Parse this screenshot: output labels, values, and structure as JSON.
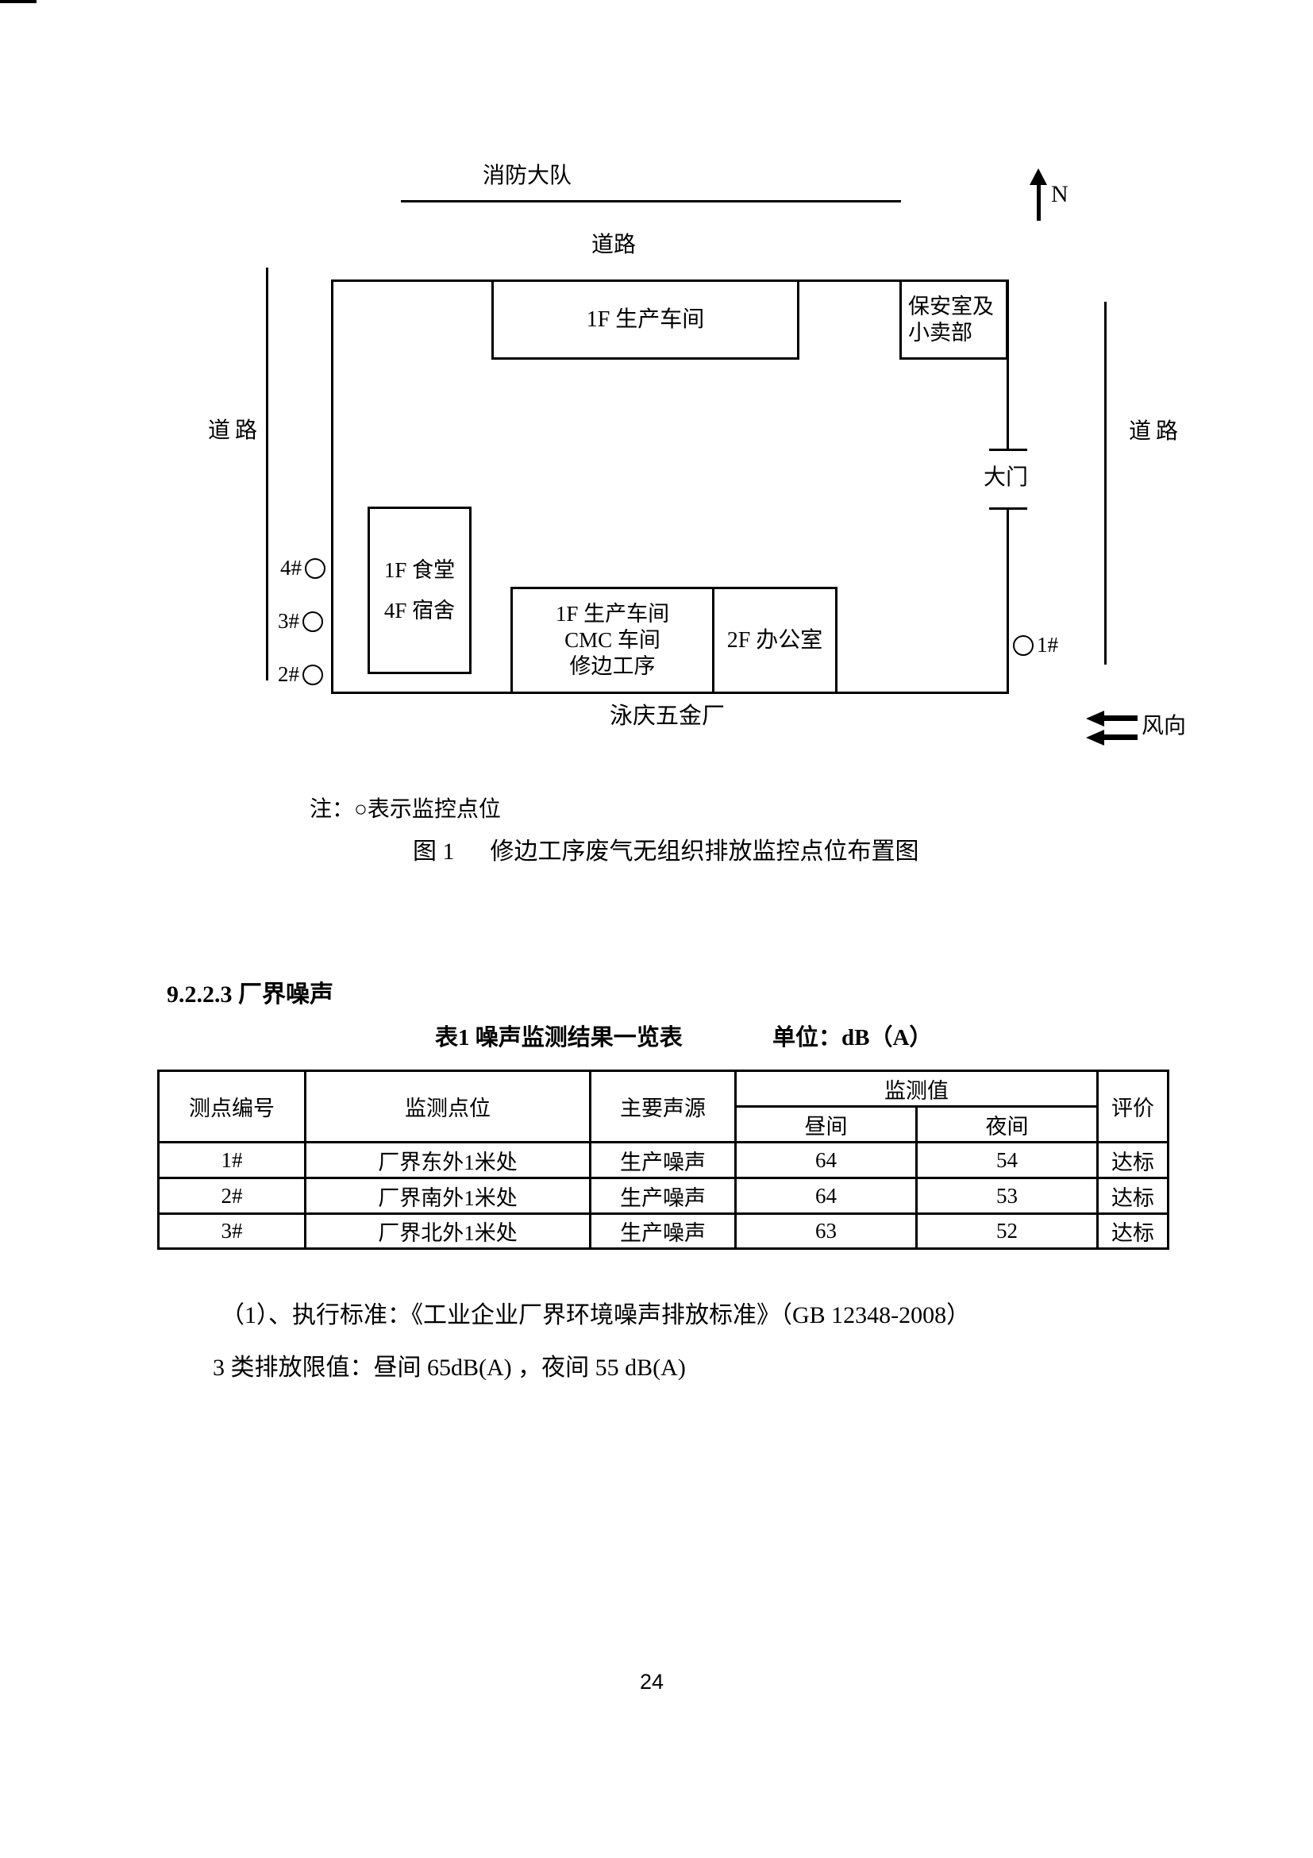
{
  "figure": {
    "fire_brigade_label": "消防大队",
    "north_label": "N",
    "road_top_label": "道路",
    "road_left_label": "道路",
    "road_right_label": "道路",
    "gate_label": "大门",
    "factory_name": "泳庆五金厂",
    "wind_label": "风向",
    "buildings": {
      "production_workshop": "1F 生产车间",
      "security_line1": "保安室及",
      "security_line2": "小卖部",
      "canteen_line1": "1F 食堂",
      "canteen_line2": "4F 宿舍",
      "cmc_line1": "1F 生产车间",
      "cmc_line2": "CMC 车间",
      "cmc_line3": "修边工序",
      "office": "2F 办公室"
    },
    "points": {
      "p1": "1#",
      "p2": "2#",
      "p3": "3#",
      "p4": "4#"
    },
    "note": "注：○表示监控点位",
    "caption_no": "图 1",
    "caption_text": "修边工序废气无组织排放监控点位布置图"
  },
  "section_heading": "9.2.2.3 厂界噪声",
  "noise_table": {
    "title": "表1 噪声监测结果一览表",
    "unit": "单位：dB（A）",
    "headers": {
      "point_no": "测点编号",
      "location": "监测点位",
      "source": "主要声源",
      "value_group": "监测值",
      "day": "昼间",
      "night": "夜间",
      "evaluation": "评价"
    },
    "rows": [
      {
        "no": "1#",
        "location": "厂界东外1米处",
        "source": "生产噪声",
        "day": "64",
        "night": "54",
        "eval": "达标"
      },
      {
        "no": "2#",
        "location": "厂界南外1米处",
        "source": "生产噪声",
        "day": "64",
        "night": "53",
        "eval": "达标"
      },
      {
        "no": "3#",
        "location": "厂界北外1米处",
        "source": "生产噪声",
        "day": "63",
        "night": "52",
        "eval": "达标"
      }
    ]
  },
  "paragraphs": {
    "standard": "（1）、执行标准：《工业企业厂界环境噪声排放标准》（GB 12348-2008）",
    "limits": "3 类排放限值：昼间 65dB(A) ，夜间 55 dB(A)"
  },
  "page_number": "24"
}
